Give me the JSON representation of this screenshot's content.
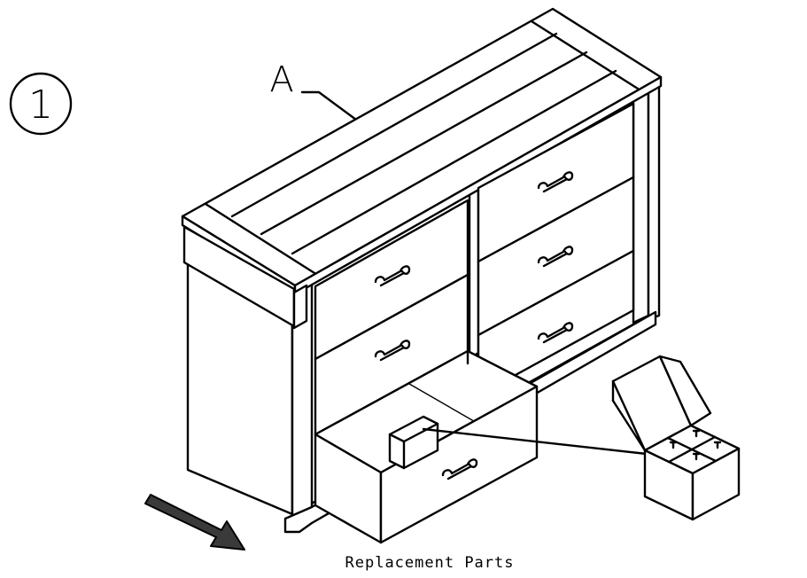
{
  "step": {
    "number": "1"
  },
  "callout": {
    "part_label": "A"
  },
  "caption": {
    "text": "Replacement Parts"
  },
  "colors": {
    "line": "#000000",
    "background": "#ffffff",
    "arrow_fill": "#3a3a3a"
  },
  "icons": [
    "step-number-circle",
    "direction-arrow",
    "drawer-handle",
    "replacement-parts-box"
  ]
}
